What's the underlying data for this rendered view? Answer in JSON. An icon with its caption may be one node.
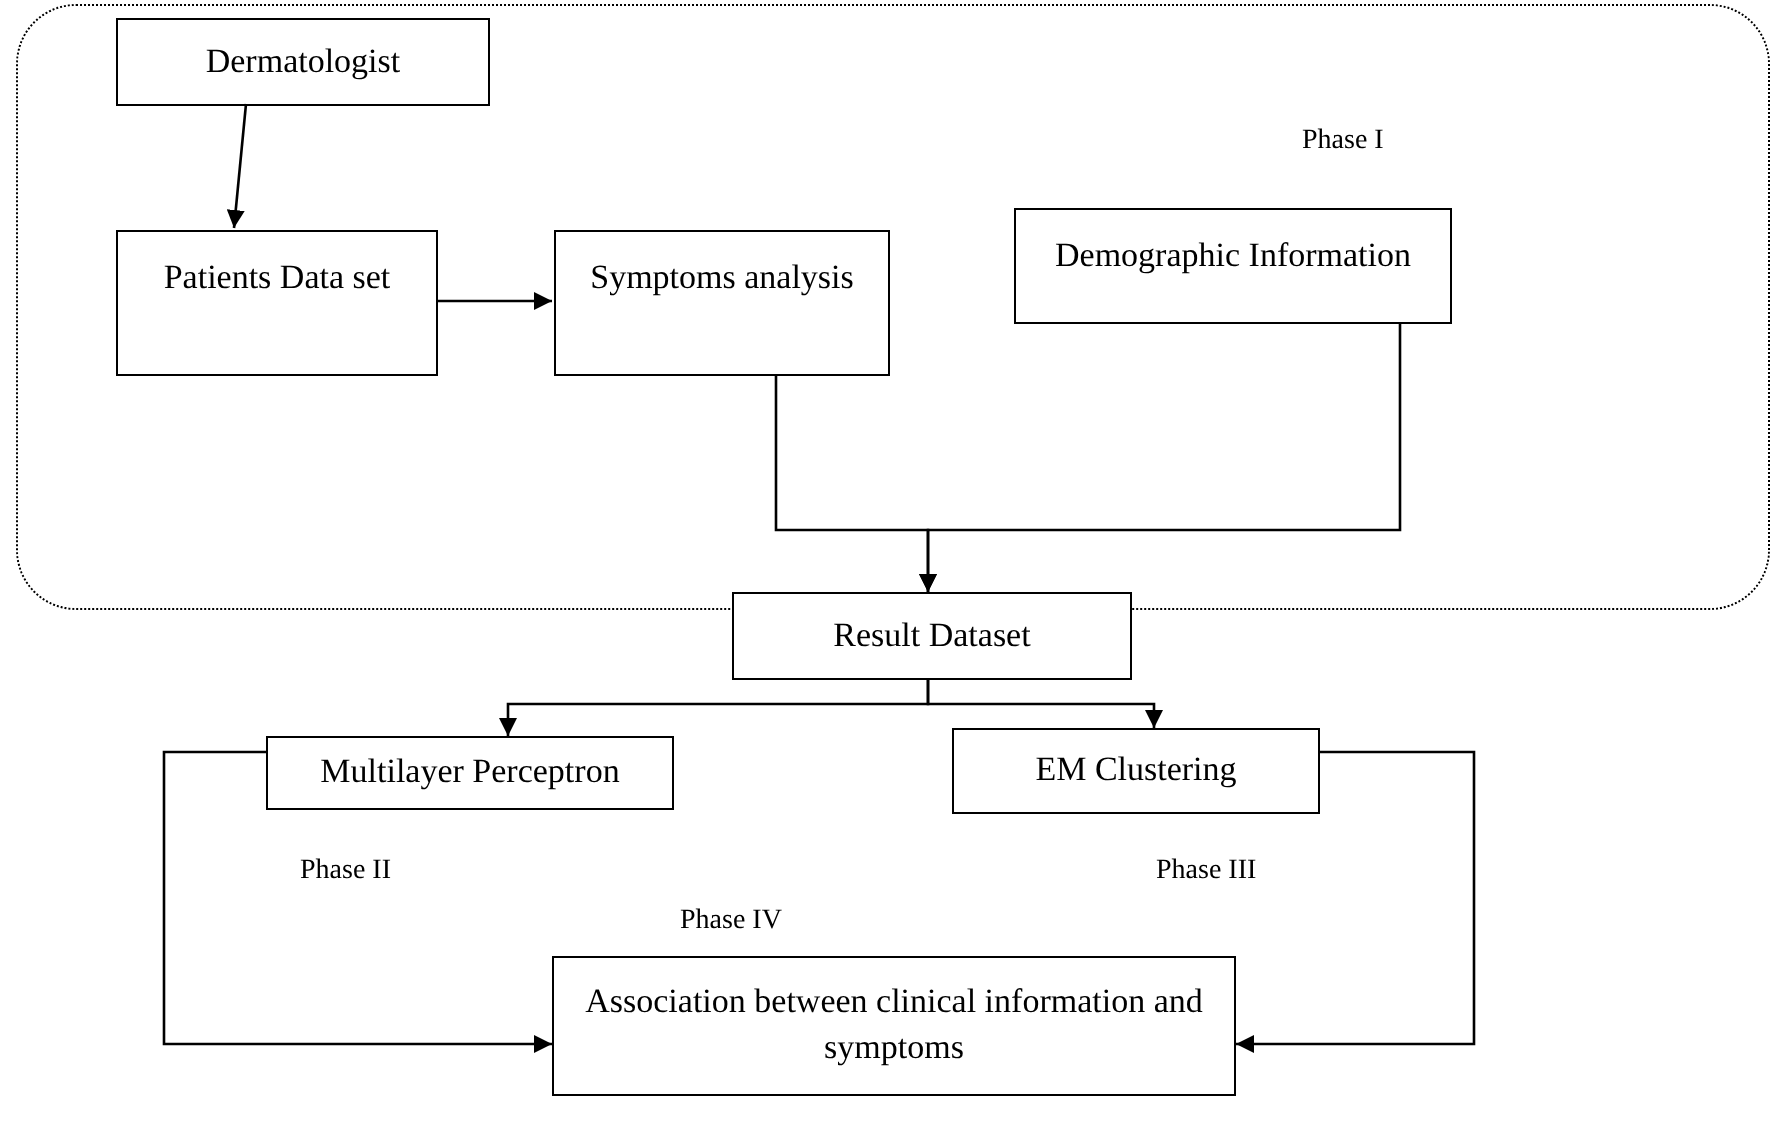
{
  "diagram": {
    "nodes": [
      {
        "text": [
          "Phase I"
        ]
      },
      {
        "text": [
          "Dermatologist"
        ],
        "in": 0
      },
      {
        "text": [
          "Patients Data set"
        ],
        "in": 0
      },
      {
        "text": [
          "Symptoms analysis"
        ],
        "in": 0
      },
      {
        "text": [
          "Demographic Information"
        ],
        "in": 0
      },
      {
        "text": [
          "Result Dataset"
        ]
      },
      {
        "text": [
          "Multilayer Perceptron"
        ]
      },
      {
        "text": [
          "EM Clustering"
        ]
      },
      {
        "text": [
          "Association between clinical information and symptoms"
        ]
      }
    ],
    "edges": [
      {
        "from": 1,
        "to": 2,
        "arrow": "to"
      },
      {
        "from": 2,
        "to": 3,
        "arrow": "to"
      },
      {
        "from": 3,
        "to": 5,
        "arrow": "to"
      },
      {
        "from": 4,
        "to": 5,
        "arrow": "to"
      },
      {
        "from": 5,
        "to": 6,
        "arrow": "to"
      },
      {
        "from": 5,
        "to": 7,
        "arrow": "to"
      },
      {
        "from": 6,
        "to": 8,
        "arrow": "to"
      },
      {
        "from": 7,
        "to": 8,
        "arrow": "to"
      }
    ],
    "labels": [
      "Phase II",
      "Phase III",
      "Phase IV"
    ]
  }
}
